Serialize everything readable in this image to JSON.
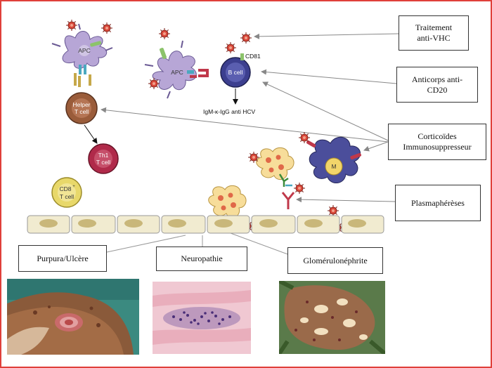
{
  "therapies": {
    "antivhc": "Traitement\nanti-VHC",
    "anticd20": "Anticorps anti-\nCD20",
    "corticoides": "Corticoïdes\nImmunosuppresseur",
    "plasma": "Plasmaphérèses"
  },
  "manifestations": {
    "purpura": "Purpura/Ulcère",
    "neuro": "Neuropathie",
    "glomerulo": "Glomérulonéphrite"
  },
  "cells": {
    "apc1": "APC",
    "apc2": "APC",
    "bcell": "B cell",
    "cd81": "CD81",
    "helper1": "Helper",
    "helper2": "T cell",
    "th1_1": "Th1",
    "th1_2": "T cell",
    "cd8_1": "CD8",
    "cd8_sup": "+",
    "cd8_2": "T cell",
    "macrophage": "M"
  },
  "antibody_label": "IgM-κ-IgG anti HCV",
  "colors": {
    "border": "#e0403a",
    "apc": "#b7a6d6",
    "bcell": "#3c3f8f",
    "helper": "#9a5c3a",
    "th1": "#b02a4a",
    "cd8": "#e8d86a",
    "macrophage": "#4b4e9b",
    "endothelium": "#f1ebd0",
    "nucleus": "#c9b77a",
    "virus": "#d9483a"
  }
}
